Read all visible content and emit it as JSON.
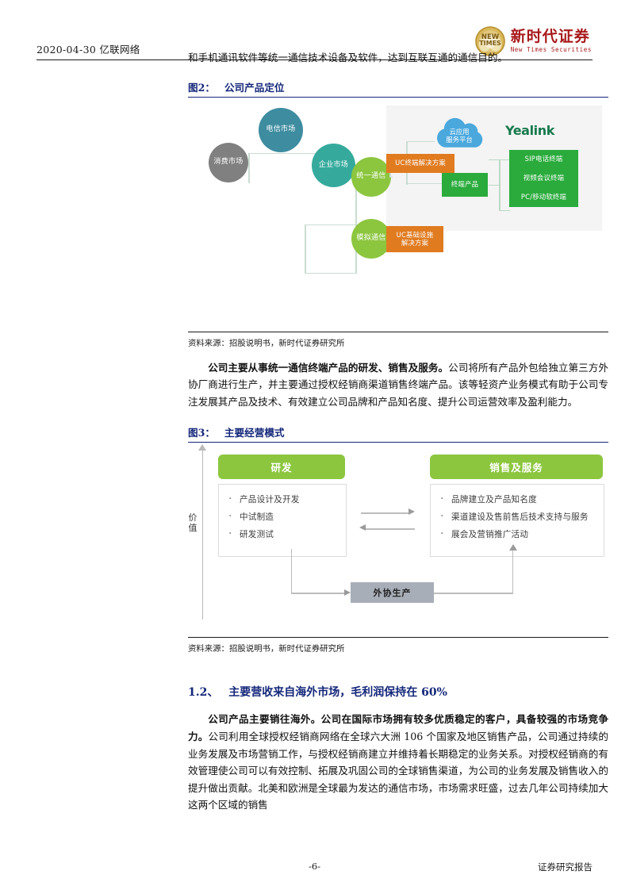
{
  "header": {
    "date_company": "2020-04-30  亿联网络",
    "logo": {
      "cn": "新时代证券",
      "en": "New Times Securities",
      "mark": "NEW TIMES"
    }
  },
  "intro_paragraph": "和手机通讯软件等统一通信技术设备及软件，达到互联互通的通信目的。",
  "figure2": {
    "label": "图2：",
    "title": "公司产品定位",
    "source": "资料来源：招股说明书，新时代证券研究所",
    "nodes": {
      "telecom_market": "电信市场",
      "consumer_market": "消费市场",
      "enterprise_market": "企业市场",
      "unified_comm": "统一通信",
      "analog_comm": "模拟通信",
      "uc_terminal_solution": "UC终端解决方案",
      "uc_infra_solution": "UC基础设施\n解决方案",
      "cloud_platform": "云应用\n服务平台",
      "terminal_products": "终端产品",
      "brand": "Yealink",
      "products": [
        "SIP电话终端",
        "视频会议终端",
        "PC/移动软终端"
      ]
    },
    "colors": {
      "telecom": "#3e8ca0",
      "consumer": "#808080",
      "enterprise": "#35aa9c",
      "green": "#8cc63f",
      "orange": "#e07b20",
      "cloud_blue": "#4aa8dd",
      "product_green": "#2aab3c",
      "brand_green": "#16794c"
    }
  },
  "paragraph_1": {
    "bold_lead": "公司主要从事统一通信终端产品的研发、销售及服务。",
    "rest": "公司将所有产品外包给独立第三方外协厂商进行生产，并主要通过授权经销商渠道销售终端产品。该等轻资产业务模式有助于公司专注发展其产品及技术、有效建立公司品牌和产品知名度、提升公司运营效率及盈利能力。"
  },
  "figure3": {
    "label": "图3：",
    "title": "主要经营模式",
    "source": "资料来源：招股说明书，新时代证券研究所",
    "axis_label": "价值",
    "left": {
      "header": "研发",
      "items": [
        "产品设计及开发",
        "中试制造",
        "研发测试"
      ]
    },
    "right": {
      "header": "销售及服务",
      "items": [
        "品牌建立及产品知名度",
        "渠道建设及售前售后技术支持与服务",
        "展会及营销推广活动"
      ]
    },
    "outsourcing": "外协生产"
  },
  "section": {
    "number": "1.2、",
    "title": "主要营收来自海外市场，毛利润保持在 60%"
  },
  "paragraph_2": {
    "bold_lead": "公司产品主要销往海外。公司在国际市场拥有较多优质稳定的客户，具备较强的市场竞争力。",
    "rest": "公司利用全球授权经销商网络在全球六大洲 106 个国家及地区销售产品，公司通过持续的业务发展及市场营销工作，与授权经销商建立并维持着长期稳定的业务关系。对授权经销商的有效管理使公司可以有效控制、拓展及巩固公司的全球销售渠道，为公司的业务发展及销售收入的提升做出贡献。北美和欧洲是全球最为发达的通信市场，市场需求旺盛，过去几年公司持续加大这两个区域的销售"
  },
  "footer": {
    "page_number": "-6-",
    "right_label": "证券研究报告"
  }
}
